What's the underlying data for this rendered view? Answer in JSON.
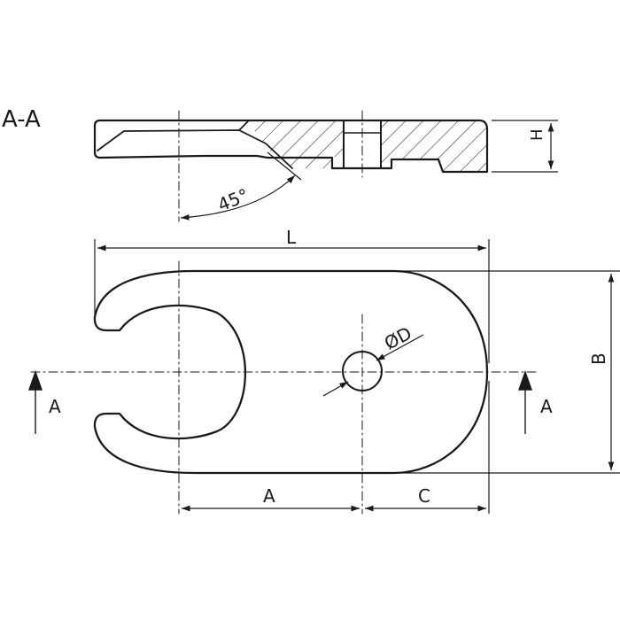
{
  "section_label": "A-A",
  "angle_label": "45°",
  "height_label": "H",
  "length_label": "L",
  "width_label": "B",
  "diameter_label": "ØD",
  "dim_a_label": "A",
  "dim_c_label": "C",
  "cut_marker_left": "A",
  "cut_marker_right": "A",
  "colors": {
    "line": "#1a1a1a",
    "dim": "#333333",
    "hatch": "#333333"
  }
}
